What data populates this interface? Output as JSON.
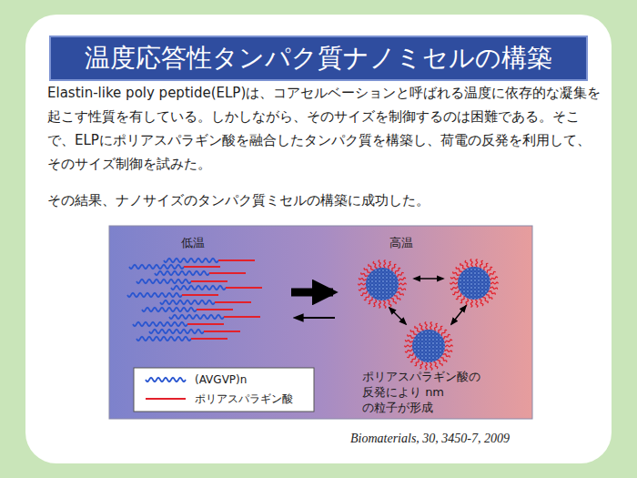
{
  "diagram": {
    "title": "温度応答性タンパク質ナノミセルの構築",
    "labels": [
      "Elastin-like poly peptide(ELP)は、コアセルベーションと呼ばれる温度に依存的な凝集を起こす性質を有している。しかしながら、そのサイズを制御するのは困難である。そこで、ELPにポリアスパラギン酸を融合したタンパク質を構築し、荷電の反発を利用して、そのサイズ制御を試みた。",
      "その結果、ナノサイズのタンパク質ミセルの構築に成功した。",
      "低温",
      "高温",
      "ポリアスパラギン酸の 反発により nm の粒子が形成",
      "Biomaterials, 30, 3450-7, 2009"
    ],
    "legend": [
      {
        "text": "(AVGVP)n"
      },
      {
        "text": "ポリアスパラギン酸"
      }
    ]
  }
}
